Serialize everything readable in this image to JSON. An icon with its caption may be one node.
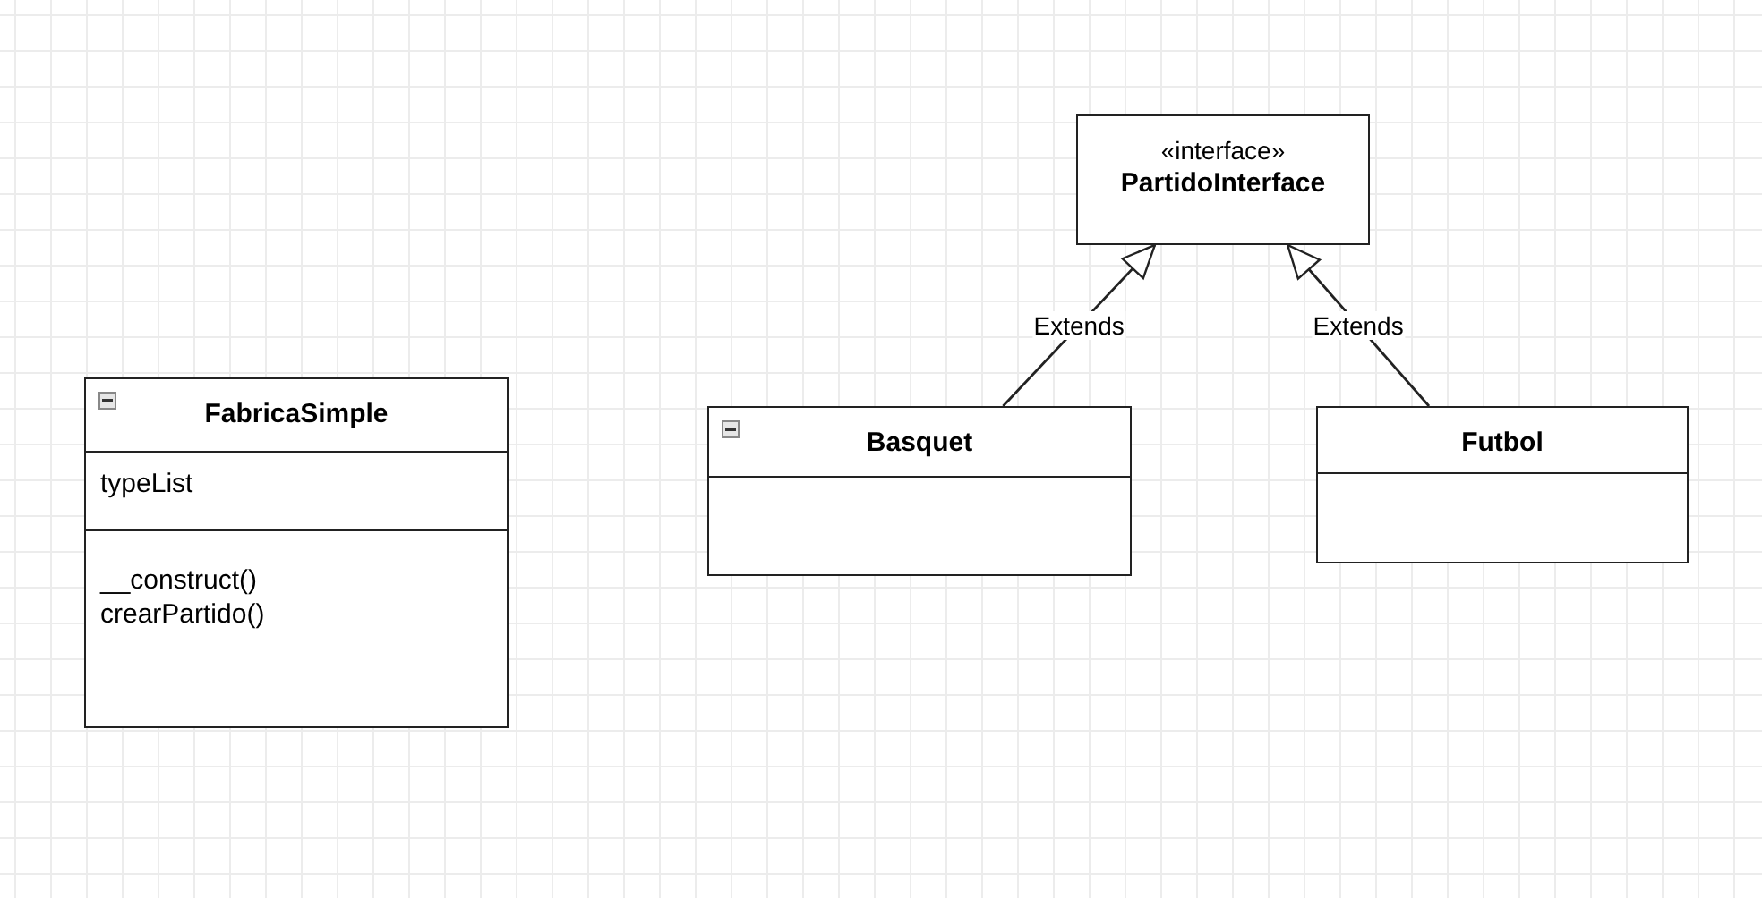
{
  "diagram": {
    "nodes": [
      {
        "text": [
          "FabricaSimple",
          "typeList",
          "__construct()",
          "crearPartido()"
        ]
      },
      {
        "text": [
          "«interface»",
          "PartidoInterface"
        ]
      },
      {
        "text": [
          "Basquet"
        ]
      },
      {
        "text": [
          "Futbol"
        ]
      }
    ],
    "edges": [
      {
        "from": 2,
        "to": 1,
        "arrow": "to",
        "label": "Extends"
      },
      {
        "from": 3,
        "to": 1,
        "arrow": "to",
        "label": "Extends"
      }
    ]
  }
}
